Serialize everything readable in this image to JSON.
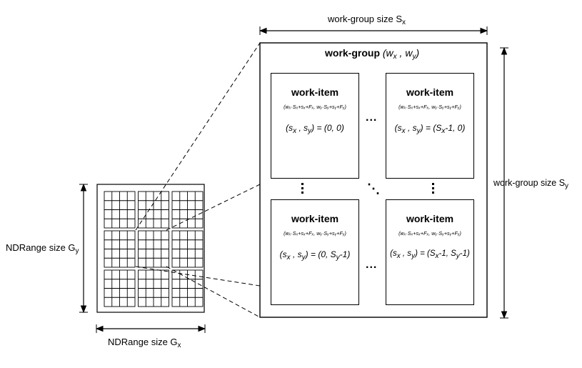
{
  "work_group_size_x_label": "work-group size S",
  "work_group_size_x_sub": "x",
  "work_group_size_y_label": "work-group size S",
  "work_group_size_y_sub": "y",
  "ndrange_y_label": "NDRange size G",
  "ndrange_y_sub": "y",
  "ndrange_x_label": "NDRange size G",
  "ndrange_x_sub": "x",
  "work_group_title": "work-group",
  "work_group_id": "(w",
  "work_group_id_wx_sub": "x",
  "work_group_id_mid": " , w",
  "work_group_id_wy_sub": "y",
  "work_group_id_end": ")",
  "items": [
    {
      "title": "work-item",
      "coord_pre": "(s",
      "coord_x": "x",
      "coord_mid": " , s",
      "coord_y": "y",
      "coord_post": ") = (0, 0)",
      "coord_tail_pre": "",
      "coord_tail_sub": "",
      "coord_tail_post": ""
    },
    {
      "title": "work-item",
      "coord_pre": "(s",
      "coord_x": "x",
      "coord_mid": " , s",
      "coord_y": "y",
      "coord_post": ") = (S",
      "coord_tail_pre": "",
      "coord_tail_sub": "x",
      "coord_tail_post": "-1, 0)"
    },
    {
      "title": "work-item",
      "coord_pre": "(s",
      "coord_x": "x",
      "coord_mid": " , s",
      "coord_y": "y",
      "coord_post": ") = (0, S",
      "coord_tail_pre": "",
      "coord_tail_sub": "y",
      "coord_tail_post": "-1)"
    },
    {
      "title": "work-item",
      "coord_pre": "(s",
      "coord_x": "x",
      "coord_mid": " , s",
      "coord_y": "y",
      "coord_post": ") = (S",
      "coord_tail_pre": "",
      "coord_tail_sub": "x",
      "coord_tail_post": "-1, S"
    }
  ],
  "item4_extra_sub": "y",
  "item4_extra_post": "-1)",
  "formula": "(wₓ·Sₓ+sₓ+Fₓ, wᵧ·Sᵧ+sᵧ+Fᵧ)",
  "hdots": "...",
  "ddots": "⋱"
}
